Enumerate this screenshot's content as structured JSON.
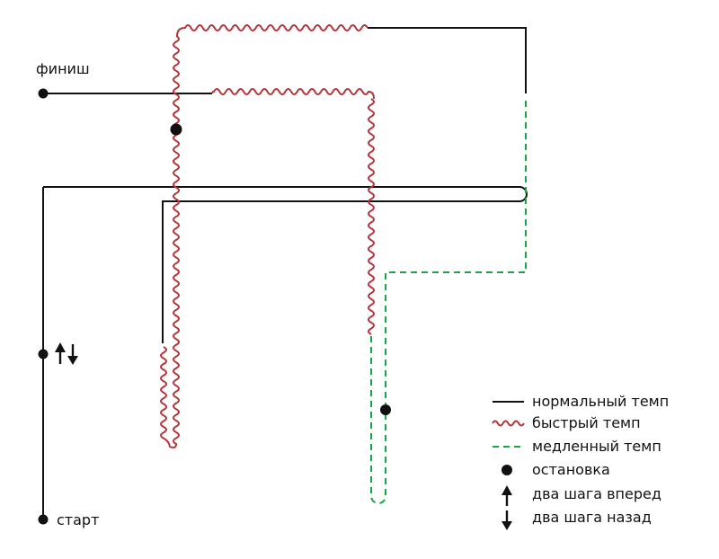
{
  "colors": {
    "normal": "#111111",
    "fast": "#b5343c",
    "slow": "#1fa34a"
  },
  "labels": {
    "finish": "финиш",
    "start": "старт"
  },
  "legend": {
    "normal": "нормальный темп",
    "fast": "быстрый темп",
    "slow": "медленный темп",
    "stop": "остановка",
    "forward": "два шага вперед",
    "back": "два шага назад"
  }
}
